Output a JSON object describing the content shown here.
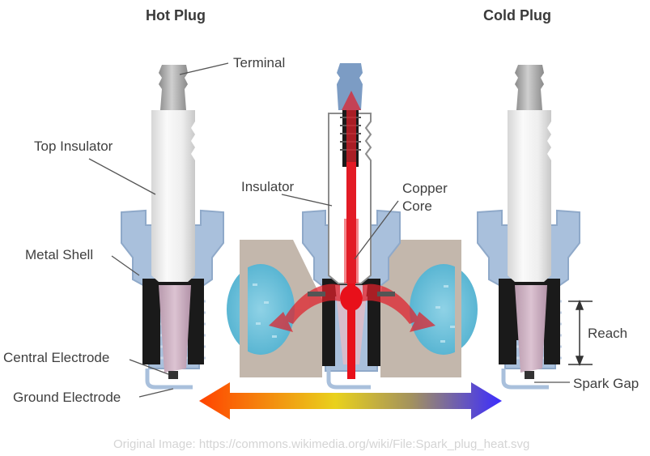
{
  "titles": {
    "hot": "Hot Plug",
    "cold": "Cold Plug"
  },
  "labels": {
    "terminal": "Terminal",
    "top_insulator": "Top Insulator",
    "metal_shell": "Metal Shell",
    "central_electrode": "Central Electrode",
    "ground_electrode": "Ground Electrode",
    "insulator": "Insulator",
    "copper_core_line1": "Copper",
    "copper_core_line2": "Core",
    "reach": "Reach",
    "spark_gap": "Spark Gap"
  },
  "credit": "Original Image: https://commons.wikimedia.org/wiki/File:Spark_plug_heat.svg",
  "colors": {
    "shell_blue": "#a9c0dc",
    "terminal_blue": "#7c9cc4",
    "insulator_white": "#f2f2f2",
    "ceramic_tip": "#c9a9bd",
    "cylinder_head": "#c3b7ac",
    "coolant": "#6bbfd8",
    "copper_core": "#e8101a",
    "heat_red": "#e0202a",
    "gradient_start": "#ff4a00",
    "gradient_mid": "#e8d21a",
    "gradient_end": "#3a2cff"
  }
}
